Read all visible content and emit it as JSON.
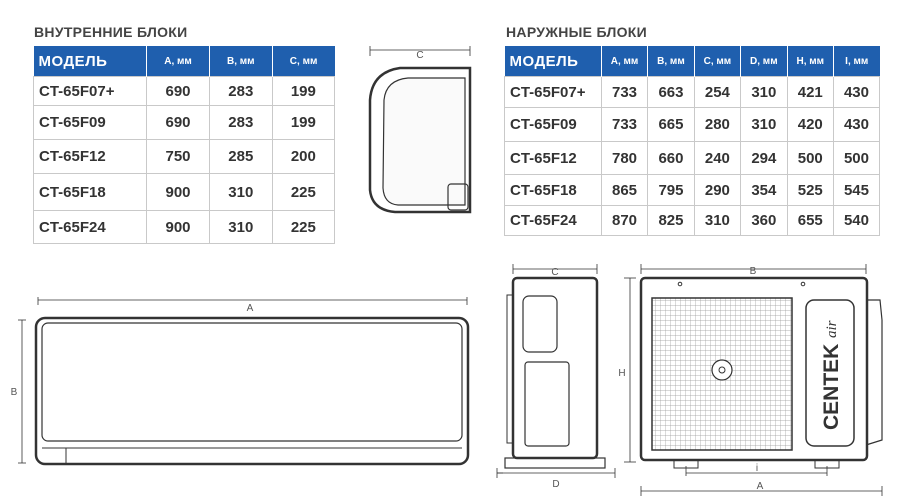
{
  "indoor": {
    "title": "ВНУТРЕННИЕ БЛОКИ",
    "headers": [
      "МОДЕЛЬ",
      "А, мм",
      "В, мм",
      "С, мм"
    ],
    "rows": [
      [
        "CT-65F07+",
        "690",
        "283",
        "199"
      ],
      [
        "CT-65F09",
        "690",
        "283",
        "199"
      ],
      [
        "CT-65F12",
        "750",
        "285",
        "200"
      ],
      [
        "CT-65F18",
        "900",
        "310",
        "225"
      ],
      [
        "CT-65F24",
        "900",
        "310",
        "225"
      ]
    ]
  },
  "outdoor": {
    "title": "НАРУЖНЫЕ БЛОКИ",
    "headers": [
      "МОДЕЛЬ",
      "A, мм",
      "B, мм",
      "C, мм",
      "D, мм",
      "H, мм",
      "I, мм"
    ],
    "rows": [
      [
        "CT-65F07+",
        "733",
        "663",
        "254",
        "310",
        "421",
        "430"
      ],
      [
        "CT-65F09",
        "733",
        "665",
        "280",
        "310",
        "420",
        "430"
      ],
      [
        "CT-65F12",
        "780",
        "660",
        "240",
        "294",
        "500",
        "500"
      ],
      [
        "CT-65F18",
        "865",
        "795",
        "290",
        "354",
        "525",
        "545"
      ],
      [
        "CT-65F24",
        "870",
        "825",
        "310",
        "360",
        "655",
        "540"
      ]
    ]
  },
  "diagram_labels": {
    "indoor_side_c": "C",
    "indoor_front_a": "A",
    "indoor_front_b": "B",
    "outdoor_side_c": "C",
    "outdoor_side_d": "D",
    "outdoor_front_b": "B",
    "outdoor_front_h": "H",
    "outdoor_front_i": "i",
    "outdoor_front_a": "A",
    "brand": "CENTEK",
    "brand_suffix": "air"
  },
  "colors": {
    "header_bg": "#1f5fae",
    "header_text": "#ffffff",
    "drawing_line": "#333333"
  }
}
